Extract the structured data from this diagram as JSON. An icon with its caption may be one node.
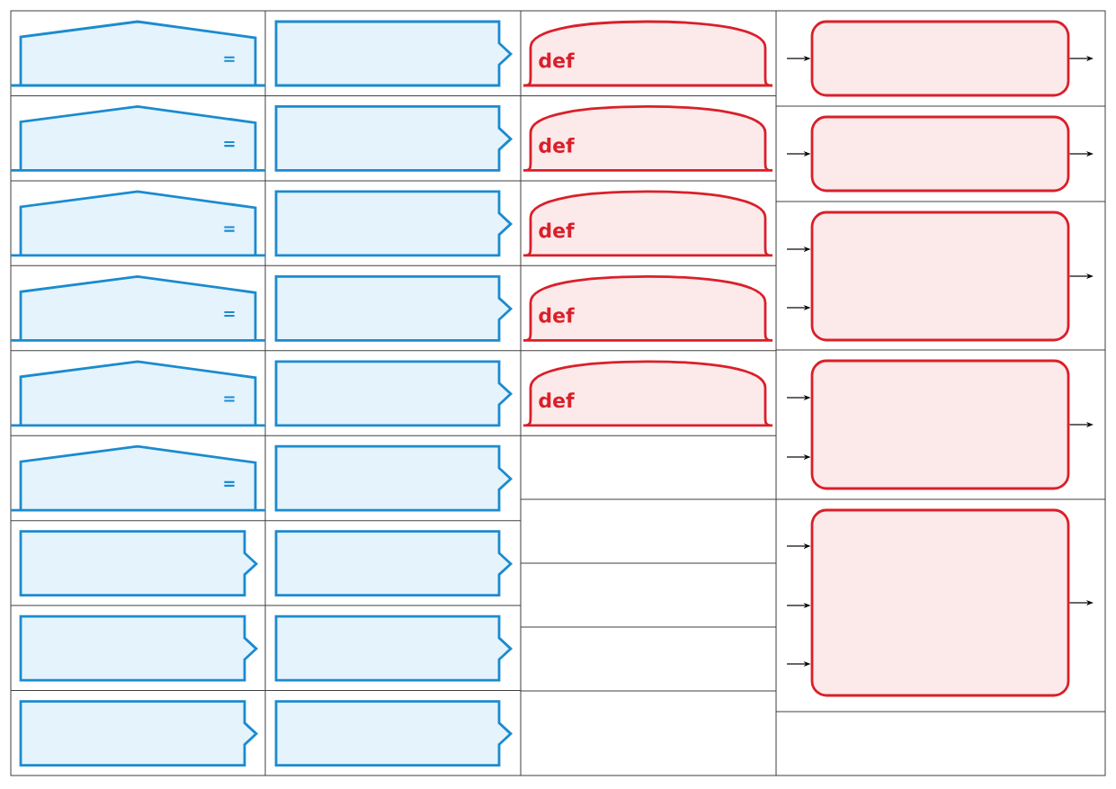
{
  "diagram": {
    "nodes": [
      {
        "text": [
          "="
        ]
      },
      {
        "text": [
          "="
        ]
      },
      {
        "text": [
          "="
        ]
      },
      {
        "text": [
          "="
        ]
      },
      {
        "text": [
          "="
        ]
      },
      {
        "text": [
          "="
        ]
      },
      {
        "text": [],
        "shape": "box"
      },
      {
        "text": [],
        "shape": "box"
      },
      {
        "text": [],
        "shape": "box"
      },
      {
        "text": [],
        "shape": "box"
      },
      {
        "text": [],
        "shape": "box"
      },
      {
        "text": [],
        "shape": "box"
      },
      {
        "text": [],
        "shape": "box"
      },
      {
        "text": [],
        "shape": "box"
      },
      {
        "text": [],
        "shape": "box"
      },
      {
        "text": [],
        "shape": "box"
      },
      {
        "text": [],
        "shape": "box"
      },
      {
        "text": [],
        "shape": "box"
      },
      {
        "text": [
          "def"
        ]
      },
      {
        "text": [
          "def"
        ]
      },
      {
        "text": [
          "def"
        ]
      },
      {
        "text": [
          "def"
        ]
      },
      {
        "text": [
          "def"
        ]
      },
      {
        "text": [],
        "shape": "box"
      },
      {
        "text": [],
        "shape": "box"
      },
      {
        "text": [],
        "shape": "box"
      },
      {
        "text": [],
        "shape": "box"
      },
      {
        "text": [],
        "shape": "box"
      }
    ],
    "edges": [
      {
        "from": null,
        "to": 23,
        "arrow": "to"
      },
      {
        "from": 23,
        "to": null,
        "arrow": "to"
      },
      {
        "from": null,
        "to": 24,
        "arrow": "to"
      },
      {
        "from": 24,
        "to": null,
        "arrow": "to"
      },
      {
        "from": null,
        "to": 25,
        "arrow": "to"
      },
      {
        "from": null,
        "to": 25,
        "arrow": "to"
      },
      {
        "from": 25,
        "to": null,
        "arrow": "to"
      },
      {
        "from": null,
        "to": 26,
        "arrow": "to"
      },
      {
        "from": null,
        "to": 26,
        "arrow": "to"
      },
      {
        "from": 26,
        "to": null,
        "arrow": "to"
      },
      {
        "from": null,
        "to": 27,
        "arrow": "to"
      },
      {
        "from": null,
        "to": 27,
        "arrow": "to"
      },
      {
        "from": null,
        "to": 27,
        "arrow": "to"
      },
      {
        "from": 27,
        "to": null,
        "arrow": "to"
      }
    ]
  }
}
